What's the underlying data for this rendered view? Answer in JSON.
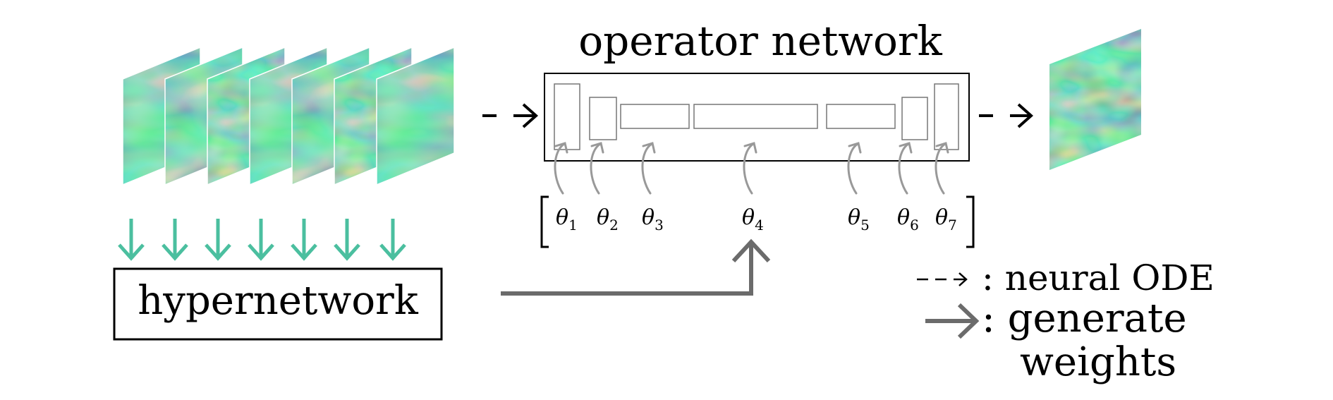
{
  "title": "operator network",
  "hypernetwork_label": "hypernetwork",
  "theta_labels": [
    {
      "symbol": "θ",
      "sub": "1"
    },
    {
      "symbol": "θ",
      "sub": "2"
    },
    {
      "symbol": "θ",
      "sub": "3"
    },
    {
      "symbol": "θ",
      "sub": "4"
    },
    {
      "symbol": "θ",
      "sub": "5"
    },
    {
      "symbol": "θ",
      "sub": "6"
    },
    {
      "symbol": "θ",
      "sub": "7"
    }
  ],
  "legend": {
    "neural_ode": ": neural ODE",
    "generate_line1": ": generate",
    "generate_line2": "weights"
  },
  "colors": {
    "teal_arrow": "#4bbf9f",
    "grey_arrow": "#6b6b6b",
    "light_grey_arrow": "#999999",
    "black": "#000000",
    "viridis_dark": "#3b1a5a",
    "viridis_mid": "#238a8d",
    "viridis_light": "#66c85c",
    "viridis_yellow": "#e8e43a"
  }
}
